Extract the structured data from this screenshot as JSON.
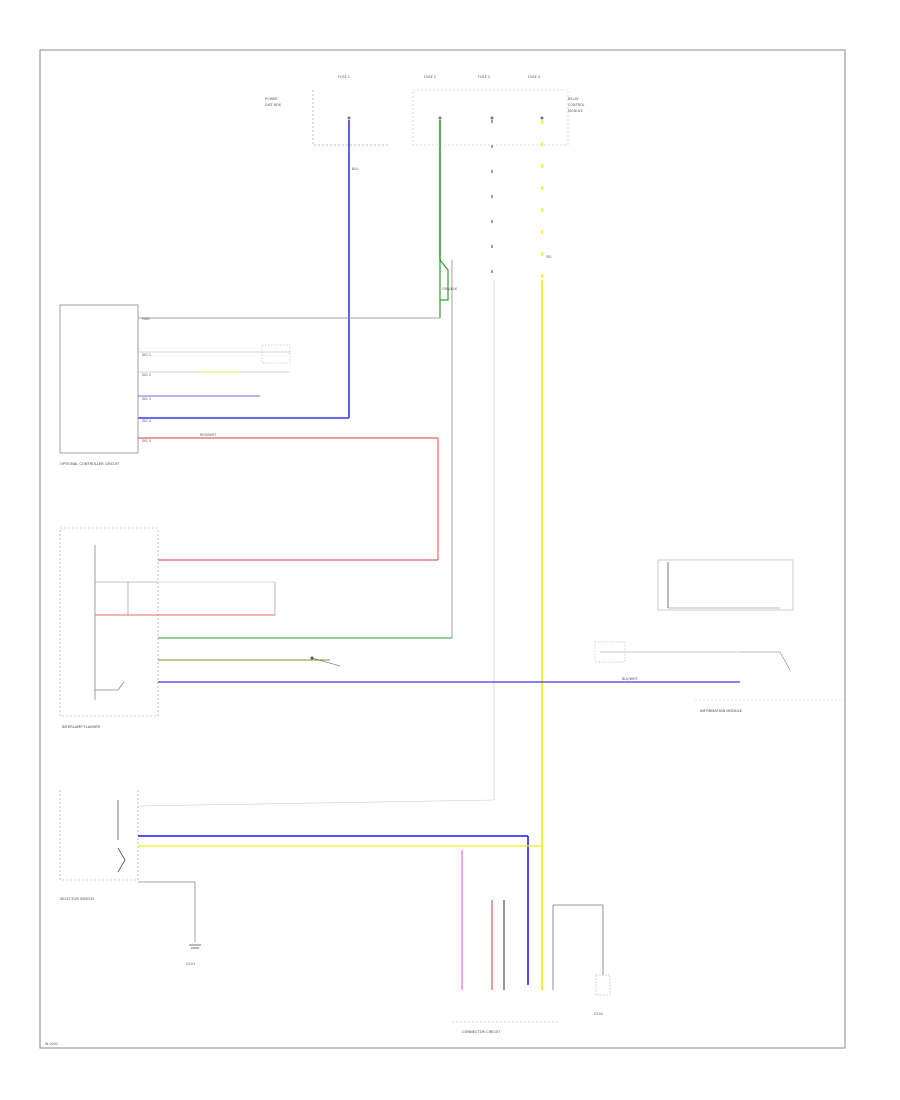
{
  "diagram": {
    "code": "W-0001",
    "components": {
      "optional_controller": "OPTIONAL CONTROLLER CIRCUIT",
      "lamp_unit": "INTERLAMP FLASHER",
      "selector_switch": "SELECTOR SWITCH",
      "right_module": "INFORMATION MODULE",
      "connector_bottom": "CONNECTOR CIRCUIT",
      "ground_left": "G101",
      "ground_right": "G102"
    },
    "wire_colors": {
      "blue": "#3a3aee",
      "green": "#2e9e2e",
      "yellow": "#f0f020",
      "red": "#e03a3a",
      "pink": "#e052e0",
      "gray": "#9a9a9a",
      "olive": "#8a8a1e",
      "black": "#333333"
    },
    "top_fuses": [
      "FUSE 1",
      "FUSE 2",
      "FUSE 3",
      "FUSE 4"
    ],
    "wire_labels": {
      "green_in": "GRN/BLK",
      "red_out": "RED/WHT",
      "blue_line": "BLU/WHT",
      "yellow_line": "YEL"
    }
  }
}
